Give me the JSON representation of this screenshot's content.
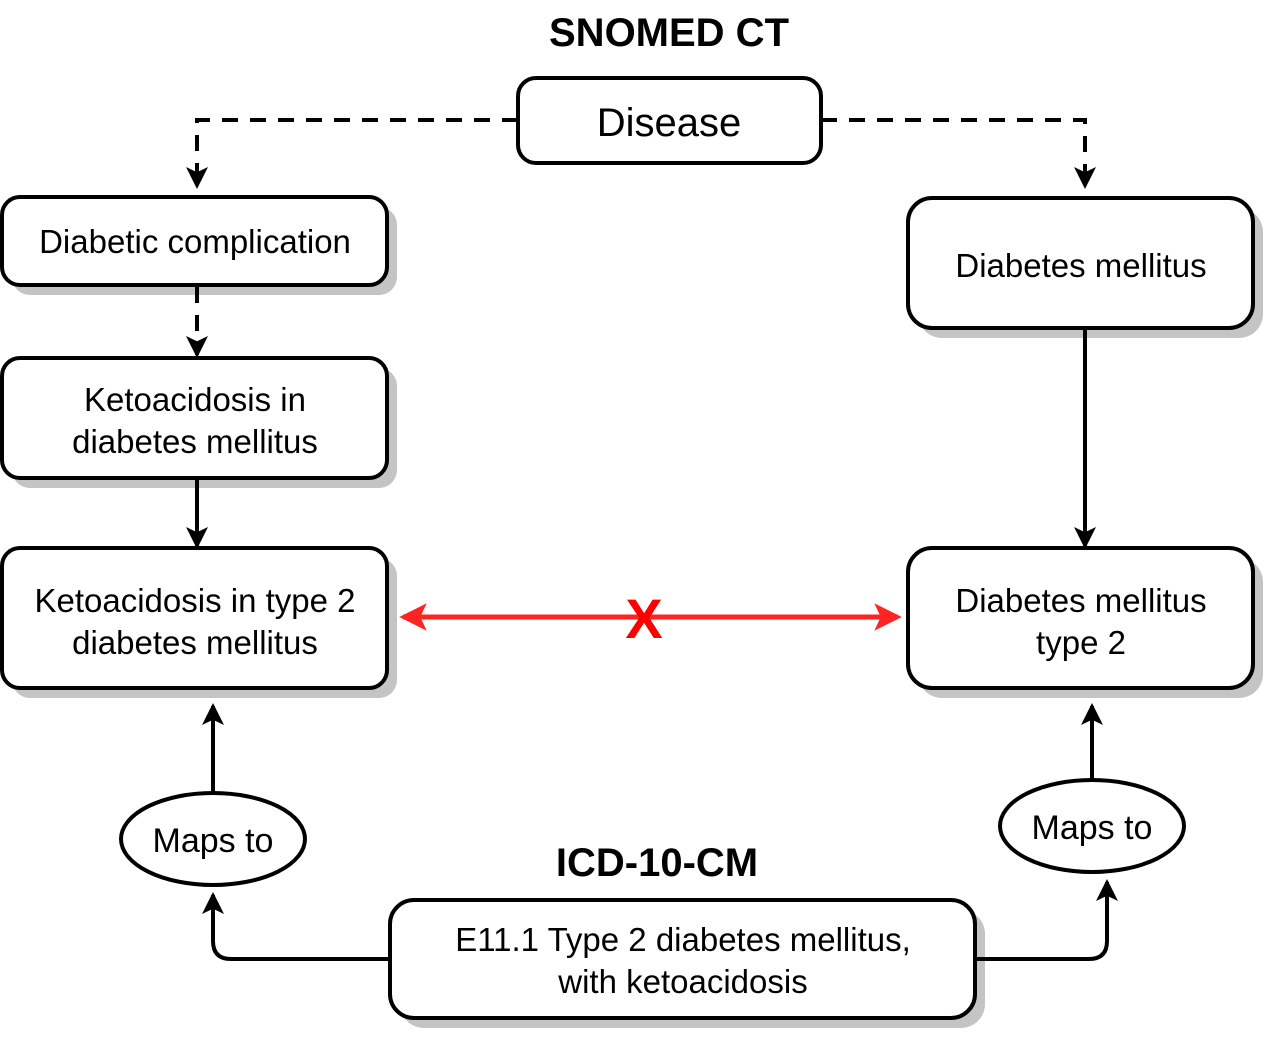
{
  "diagram": {
    "title_top": "SNOMED CT",
    "title_bottom": "ICD-10-CM",
    "nodes": {
      "disease": "Disease",
      "diabetic_complication": "Diabetic complication",
      "ketoacidosis_in_dm_line1": "Ketoacidosis in",
      "ketoacidosis_in_dm_line2": "diabetes mellitus",
      "ketoacidosis_t2_line1": "Ketoacidosis in type 2",
      "ketoacidosis_t2_line2": "diabetes mellitus",
      "diabetes_mellitus": "Diabetes mellitus",
      "dm_type2_line1": "Diabetes mellitus",
      "dm_type2_line2": "type 2",
      "icd_code_line1": "E11.1 Type 2 diabetes mellitus,",
      "icd_code_line2": "with ketoacidosis",
      "maps_to_left": "Maps to",
      "maps_to_right": "Maps to"
    },
    "annotations": {
      "no_match_mark": "X"
    },
    "colors": {
      "node_stroke": "#000000",
      "node_fill": "#ffffff",
      "shadow": "#c4c4c4",
      "no_match_red": "#FF0000",
      "arrow_red": "#FF2424"
    }
  }
}
